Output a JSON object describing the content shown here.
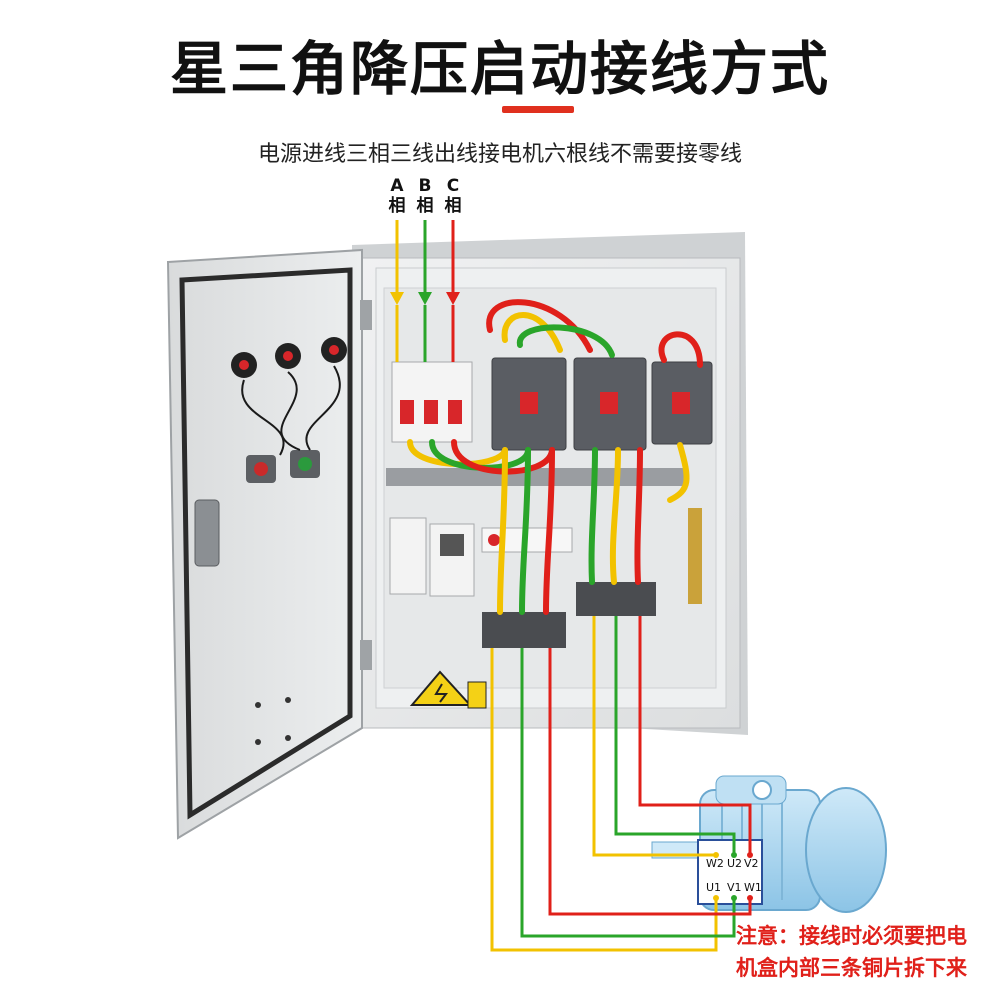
{
  "title": "星三角降压启动接线方式",
  "subtitle": "电源进线三相三线出线接电机六根线不需要接零线",
  "phases": [
    {
      "letter": "A",
      "label": "相",
      "color": "#f2c200"
    },
    {
      "letter": "B",
      "label": "相",
      "color": "#2aa52a"
    },
    {
      "letter": "C",
      "label": "相",
      "color": "#e0201a"
    }
  ],
  "motor_terminals": {
    "top": [
      "W2",
      "U2",
      "V2"
    ],
    "bottom": [
      "U1",
      "V1",
      "W1"
    ]
  },
  "note": {
    "line1": "注意：接线时必须要把电",
    "line2": "机盒内部三条铜片拆下来"
  },
  "colors": {
    "accent_red": "#e0301e",
    "cabinet": "#e3e5e6",
    "motor": "#a9d5ef",
    "contactor": "#5a5d63"
  }
}
